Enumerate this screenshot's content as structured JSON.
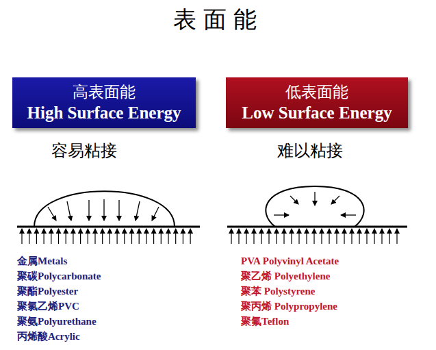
{
  "diagram": {
    "title": "表面能",
    "nodes": [
      {
        "text": [
          "高表面能",
          "High Surface Energy"
        ]
      },
      {
        "text": [
          "低表面能",
          "Low Surface Energy"
        ]
      }
    ],
    "labels": [
      "容易粘接",
      "难以粘接",
      "金属Metals",
      "聚碳Polycarbonate",
      "聚酯Polyester",
      "聚氯乙烯PVC",
      "聚氨Polyurethane",
      "丙烯酸Acrylic",
      "PVA Polyvinyl Acetate",
      "聚乙烯 Polyethylene",
      "聚苯 Polystyrene",
      "聚丙烯 Polypropylene",
      "聚氟Teflon"
    ]
  }
}
